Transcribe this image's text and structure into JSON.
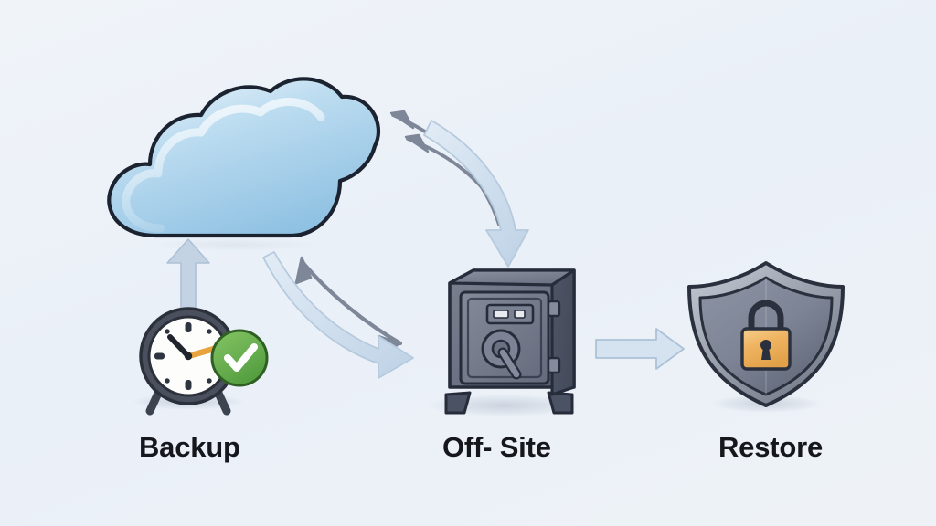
{
  "diagram": {
    "title": "Backup workflow diagram",
    "background_color": "#eef2f8",
    "nodes": [
      {
        "id": "cloud",
        "icon": "cloud-icon",
        "label": "",
        "fill_color": "#a9cfe9",
        "stroke_color": "#1c2330"
      },
      {
        "id": "backup",
        "icon": "clock-check-icon",
        "label": "Backup",
        "fill_color": "#ffffff",
        "accent_color": "#5aa545",
        "hand_color": "#e8a33d",
        "stroke_color": "#3d434f"
      },
      {
        "id": "offsite",
        "icon": "safe-icon",
        "label": "Off- Site",
        "fill_color": "#6e7689",
        "stroke_color": "#272c3a"
      },
      {
        "id": "restore",
        "icon": "shield-lock-icon",
        "label": "Restore",
        "fill_color": "#7b8396",
        "accent_color": "#f0b45e",
        "stroke_color": "#2a303d"
      }
    ],
    "connectors": [
      {
        "id": "backup-to-cloud",
        "name": "arrow-up-backup-to-cloud",
        "shape": "straight-up",
        "color": "#b9cade",
        "from": "backup",
        "to": "cloud"
      },
      {
        "id": "cloud-to-offsite-thick",
        "name": "arrow-curve-down-cloud-to-offsite",
        "shape": "curve-down-right",
        "color": "#cfdeee",
        "from": "cloud",
        "to": "offsite"
      },
      {
        "id": "offsite-to-cloud-thin",
        "name": "arrow-curve-up-offsite-to-cloud",
        "shape": "curve-up-left",
        "color": "#7d8798",
        "from": "offsite",
        "to": "cloud"
      },
      {
        "id": "backup-to-offsite-thick",
        "name": "arrow-curve-down-backup-to-offsite",
        "shape": "curve-down-right",
        "color": "#cfdeee",
        "from": "backup",
        "to": "offsite"
      },
      {
        "id": "offsite-to-backup-thin",
        "name": "arrow-curve-up-offsite-to-backup",
        "shape": "curve-up-left",
        "color": "#7d8798",
        "from": "offsite",
        "to": "backup"
      },
      {
        "id": "offsite-to-restore",
        "name": "arrow-right-offsite-to-restore",
        "shape": "straight-right",
        "color": "#cfdeee",
        "from": "offsite",
        "to": "restore"
      }
    ]
  }
}
